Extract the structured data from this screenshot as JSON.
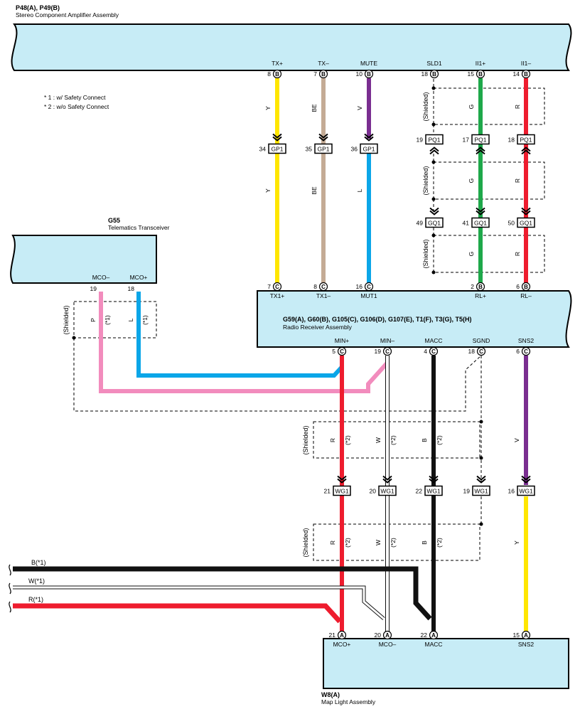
{
  "components": {
    "amplifier": {
      "title": "P48(A), P49(B)",
      "subtitle": "Stereo Component Amplifier Assembly"
    },
    "telematics": {
      "title": "G55",
      "subtitle": "Telematics Transceiver"
    },
    "radio": {
      "title": "G59(A), G60(B), G105(C), G106(D), G107(E), T1(F), T3(G), T5(H)",
      "subtitle": "Radio Receiver Assembly"
    },
    "maplight": {
      "title": "W8(A)",
      "subtitle": "Map Light Assembly"
    }
  },
  "notes": [
    "* 1 : w/ Safety Connect",
    "* 2 : w/o Safety Connect"
  ],
  "amp_pins": [
    {
      "label": "TX+",
      "num": "8",
      "conn": "B"
    },
    {
      "label": "TX–",
      "num": "7",
      "conn": "B"
    },
    {
      "label": "MUTE",
      "num": "10",
      "conn": "B"
    },
    {
      "label": "SLD1",
      "num": "18",
      "conn": "B"
    },
    {
      "label": "II1+",
      "num": "15",
      "conn": "B"
    },
    {
      "label": "II1–",
      "num": "14",
      "conn": "B"
    }
  ],
  "radio_top_pins": [
    {
      "label": "TX1+",
      "num": "7",
      "conn": "C"
    },
    {
      "label": "TX1–",
      "num": "8",
      "conn": "C"
    },
    {
      "label": "MUT1",
      "num": "16",
      "conn": "C"
    },
    {
      "label": "RL+",
      "num": "2",
      "conn": "B"
    },
    {
      "label": "RL–",
      "num": "6",
      "conn": "B"
    }
  ],
  "radio_bottom_pins": [
    {
      "label": "MIN+",
      "num": "5",
      "conn": "C"
    },
    {
      "label": "MIN–",
      "num": "19",
      "conn": "C"
    },
    {
      "label": "MACC",
      "num": "4",
      "conn": "C"
    },
    {
      "label": "SGND",
      "num": "18",
      "conn": "C"
    },
    {
      "label": "SNS2",
      "num": "6",
      "conn": "C"
    }
  ],
  "tele_pins": [
    {
      "label": "MCO–",
      "num": "19"
    },
    {
      "label": "MCO+",
      "num": "18"
    }
  ],
  "map_pins": [
    {
      "label": "MCO+",
      "num": "21",
      "conn": "A"
    },
    {
      "label": "MCO–",
      "num": "20",
      "conn": "A"
    },
    {
      "label": "MACC",
      "num": "22",
      "conn": "A"
    },
    {
      "label": "SNS2",
      "num": "15",
      "conn": "A"
    }
  ],
  "junctions": {
    "gp1": [
      {
        "num": "34",
        "name": "GP1"
      },
      {
        "num": "35",
        "name": "GP1"
      },
      {
        "num": "36",
        "name": "GP1"
      }
    ],
    "pq1": [
      {
        "num": "19",
        "name": "PQ1"
      },
      {
        "num": "17",
        "name": "PQ1"
      },
      {
        "num": "18",
        "name": "PQ1"
      }
    ],
    "gq1": [
      {
        "num": "49",
        "name": "GQ1"
      },
      {
        "num": "41",
        "name": "GQ1"
      },
      {
        "num": "50",
        "name": "GQ1"
      }
    ],
    "wg1": [
      {
        "num": "21",
        "name": "WG1"
      },
      {
        "num": "20",
        "name": "WG1"
      },
      {
        "num": "22",
        "name": "WG1"
      },
      {
        "num": "19",
        "name": "WG1"
      },
      {
        "num": "16",
        "name": "WG1"
      }
    ]
  },
  "wire_labels": {
    "tx_plus_upper": "Y",
    "tx_plus_lower": "Y",
    "tx_minus_upper": "BE",
    "tx_minus_lower": "BE",
    "mute_upper": "V",
    "mute_lower": "L",
    "rl_plus_1": "G",
    "rl_plus_2": "G",
    "rl_plus_3": "G",
    "rl_minus_1": "R",
    "rl_minus_2": "R",
    "rl_minus_3": "R",
    "tele_minus": "P",
    "tele_plus": "L",
    "min_plus_upper": "R",
    "min_plus_lower": "R",
    "min_minus_upper": "W",
    "min_minus_lower": "W",
    "macc_upper": "B",
    "macc_lower": "B",
    "sns2_upper": "V",
    "sns2_lower": "Y"
  },
  "shield_text": "(Shielded)",
  "note1": "(*1)",
  "note2": "(*2)",
  "ext_wires": [
    "B(*1)",
    "W(*1)",
    "R(*1)"
  ],
  "colors": {
    "yellow": "#ffe600",
    "beige": "#c4ab95",
    "violet": "#7a2e90",
    "blue": "#0ba6e8",
    "green": "#1ea84a",
    "red": "#ee1c2e",
    "pink": "#f28cbd",
    "black": "#111111",
    "white": "#ffffff",
    "box_fill": "#c7ecf6"
  }
}
